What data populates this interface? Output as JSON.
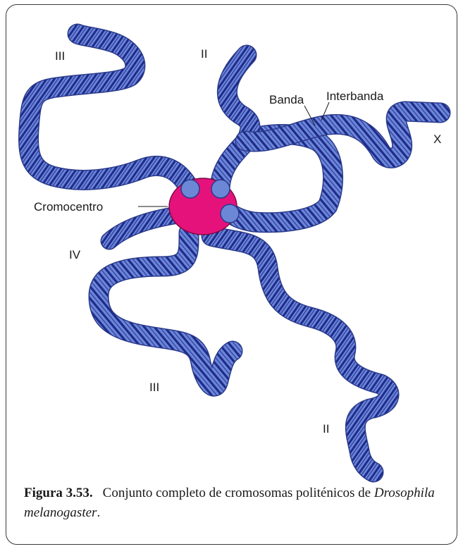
{
  "labels": {
    "arm_III_top": "III",
    "arm_II_top": "II",
    "arm_X": "X",
    "arm_IV": "IV",
    "arm_III_bottom": "III",
    "arm_II_bottom": "II",
    "interbanda": "Interbanda",
    "banda": "Banda",
    "cromocentro": "Cromocentro"
  },
  "caption": {
    "number": "Figura 3.53.",
    "text_before": "Conjunto completo de cromosomas politénicos de ",
    "species": "Drosophila melanogaster",
    "text_after": "."
  },
  "colors": {
    "chromosome_fill": "#6b87d6",
    "band": "#1f2a8c",
    "chromocenter": "#e6127c",
    "outline": "#2a3a8a"
  }
}
